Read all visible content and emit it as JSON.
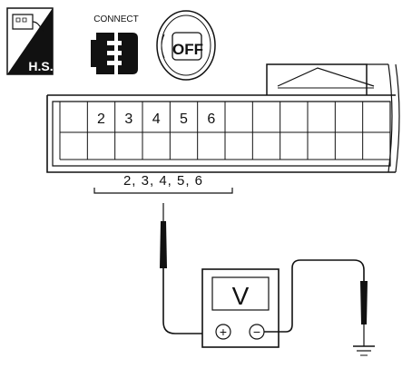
{
  "icons": {
    "harness_side": {
      "name": "harness-side-icon",
      "label": "H.S."
    },
    "connect": {
      "name": "connector-icon",
      "label": "CONNECT"
    },
    "ignition": {
      "name": "ignition-switch-icon",
      "label": "OFF"
    }
  },
  "connector": {
    "terminal_labels": [
      "2",
      "3",
      "4",
      "5",
      "6"
    ]
  },
  "probe_label": "2, 3, 4, 5, 6",
  "meter": {
    "display": "V",
    "positive": "+",
    "negative": "−"
  },
  "ground_icon": "ground-symbol-icon",
  "colors": {
    "ink": "#111111",
    "paper": "#ffffff"
  }
}
